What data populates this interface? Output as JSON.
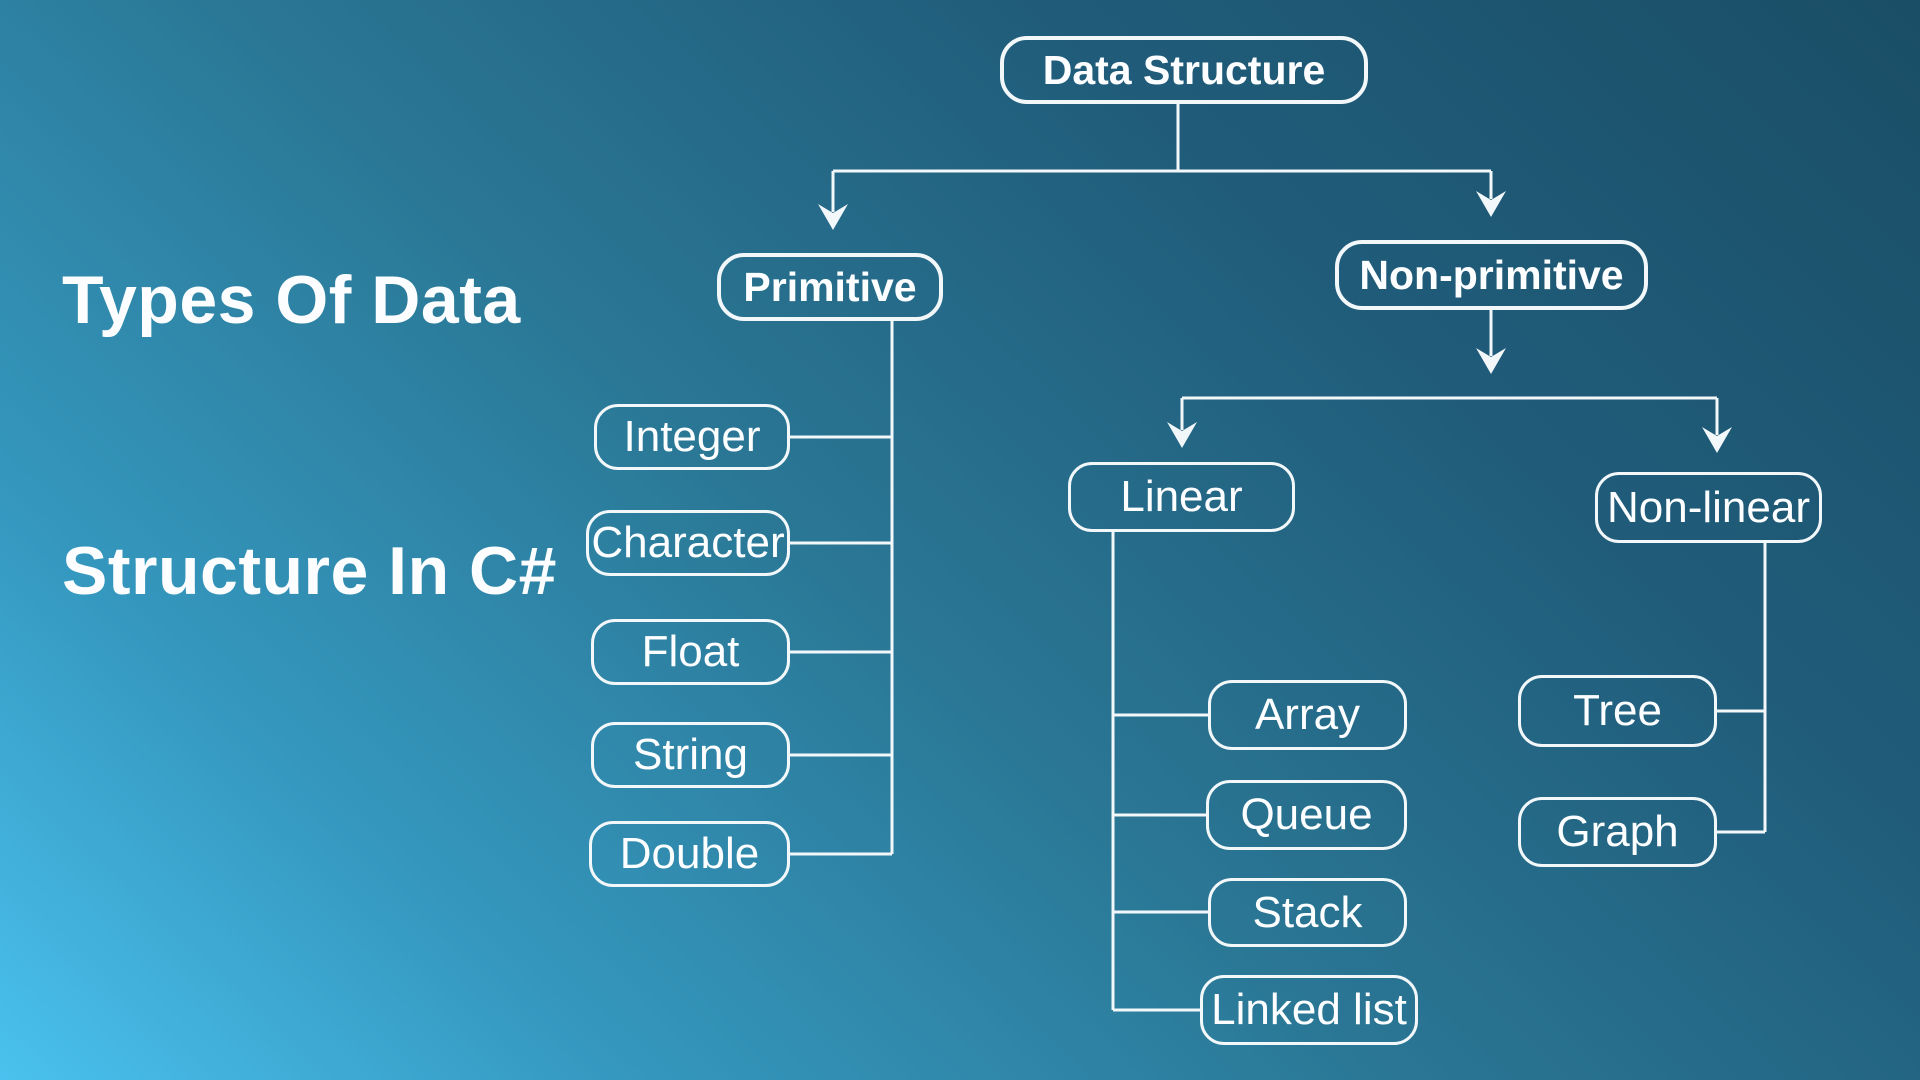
{
  "title": {
    "line1": "Types Of Data",
    "line2": "Structure In C#"
  },
  "tree": {
    "label": "Data Structure",
    "children": [
      {
        "label": "Primitive",
        "children": [
          {
            "label": "Integer"
          },
          {
            "label": "Character"
          },
          {
            "label": "Float"
          },
          {
            "label": "String"
          },
          {
            "label": "Double"
          }
        ]
      },
      {
        "label": "Non-primitive",
        "children": [
          {
            "label": "Linear",
            "children": [
              {
                "label": "Array"
              },
              {
                "label": "Queue"
              },
              {
                "label": "Stack"
              },
              {
                "label": "Linked list"
              }
            ]
          },
          {
            "label": "Non-linear",
            "children": [
              {
                "label": "Tree"
              },
              {
                "label": "Graph"
              }
            ]
          }
        ]
      }
    ]
  },
  "colors": {
    "background_bottom_left": "#4ac1ee",
    "background_middle": "#2a7795",
    "background_top_right": "#1a4e66",
    "line_and_border": "#f2f7fa",
    "text": "#ffffff"
  }
}
